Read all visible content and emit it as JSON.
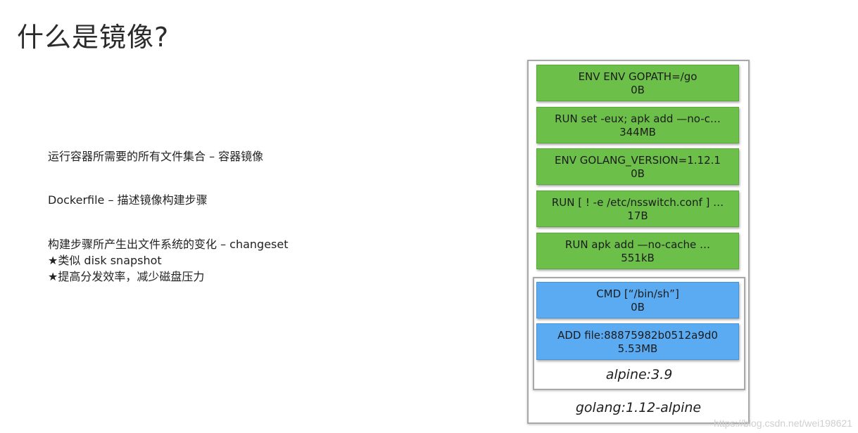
{
  "title": "什么是镜像?",
  "lines": {
    "line1": "运行容器所需要的所有文件集合 – 容器镜像",
    "line2": "Dockerfile – 描述镜像构建步骤",
    "line3": "构建步骤所产生出文件系统的变化 – changeset",
    "line4": "★类似 disk snapshot",
    "line5": "★提高分发效率，减少磁盘压力"
  },
  "layers": [
    {
      "cmd": "ENV ENV GOPATH=/go",
      "size": "0B",
      "color": "green"
    },
    {
      "cmd": "RUN set -eux;  apk add —no-c…",
      "size": "344MB",
      "color": "green"
    },
    {
      "cmd": "ENV GOLANG_VERSION=1.12.1",
      "size": "0B",
      "color": "green"
    },
    {
      "cmd": "RUN [ ! -e /etc/nsswitch.conf ] …",
      "size": "17B",
      "color": "green"
    },
    {
      "cmd": "RUN apk add —no-cache …",
      "size": "551kB",
      "color": "green"
    },
    {
      "cmd": "CMD [“/bin/sh”]",
      "size": "0B",
      "color": "blue"
    },
    {
      "cmd": "ADD file:88875982b0512a9d0",
      "size": "5.53MB",
      "color": "blue"
    }
  ],
  "colors": {
    "green": "#6cc04a",
    "blue": "#5aabf2"
  },
  "inner_label": "alpine:3.9",
  "outer_label": "golang:1.12-alpine",
  "watermark": "https://blog.csdn.net/wei198621"
}
